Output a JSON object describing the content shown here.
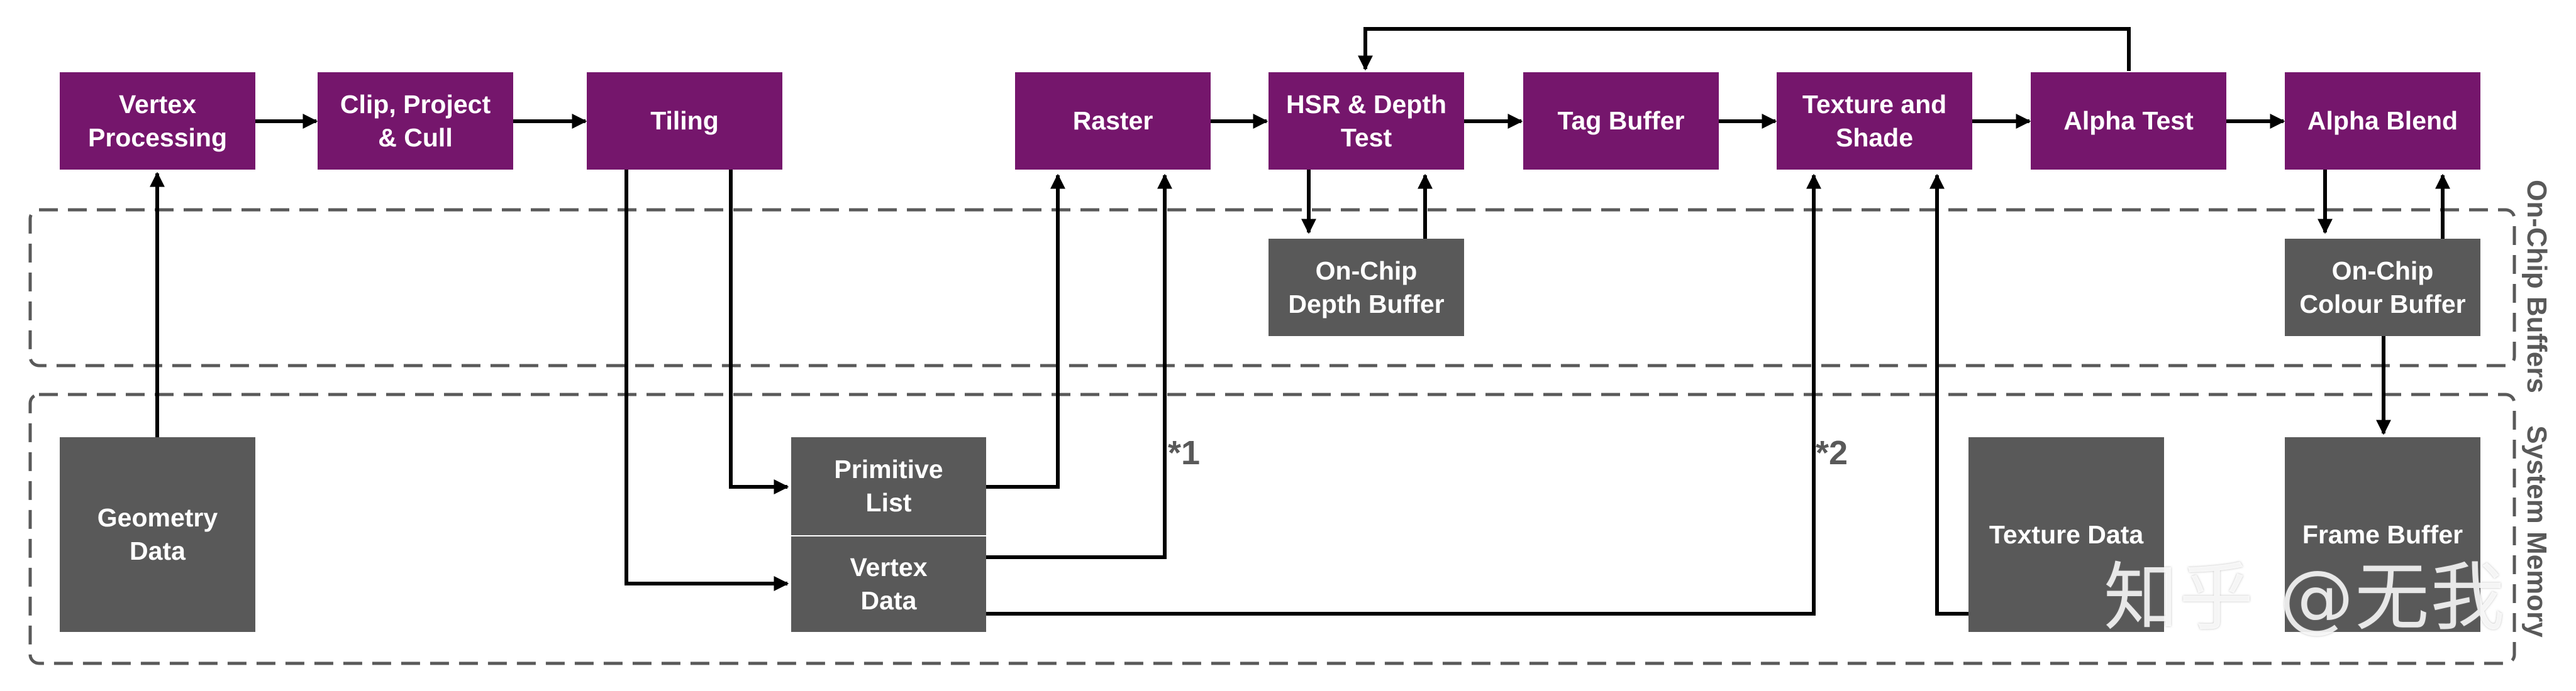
{
  "stages": {
    "vertex_processing": "Vertex\nProcessing",
    "clip_project_cull": "Clip, Project\n& Cull",
    "tiling": "Tiling",
    "raster": "Raster",
    "hsr_depth_test": "HSR & Depth\nTest",
    "tag_buffer": "Tag Buffer",
    "texture_and_shade": "Texture and\nShade",
    "alpha_test": "Alpha Test",
    "alpha_blend": "Alpha Blend"
  },
  "buffers": {
    "on_chip_depth_buffer": "On-Chip\nDepth Buffer",
    "on_chip_colour_buffer": "On-Chip\nColour Buffer"
  },
  "memory": {
    "geometry_data": "Geometry\nData",
    "primitive_list": "Primitive\nList",
    "vertex_data": "Vertex\nData",
    "texture_data": "Texture Data",
    "frame_buffer": "Frame Buffer"
  },
  "regions": {
    "on_chip_buffers": "On-Chip Buffers",
    "system_memory": "System Memory"
  },
  "notes": {
    "note_1": "*1",
    "note_2": "*2"
  },
  "watermark": "知乎 @无我",
  "colors": {
    "stage_fill": "#75166c",
    "memory_fill": "#595959",
    "line": "#000000",
    "region_border": "#595959"
  }
}
